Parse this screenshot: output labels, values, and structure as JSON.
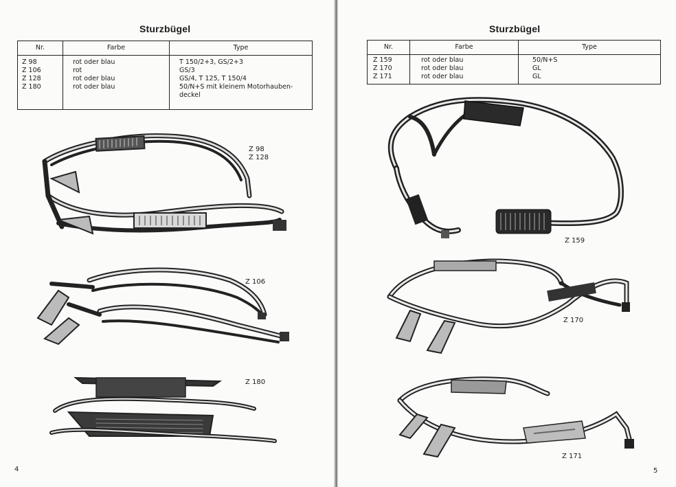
{
  "left_page": {
    "title": "Sturzbügel",
    "table": {
      "headers": [
        "Nr.",
        "Farbe",
        "Type"
      ],
      "rows": [
        {
          "nr": [
            "Z 98",
            "Z 106",
            "Z 128",
            "Z 180"
          ],
          "farbe": [
            "rot oder blau",
            "rot",
            "rot oder blau",
            "rot oder blau"
          ],
          "type": [
            "T 150/2+3, GS/2+3",
            "GS/3",
            "GS/4, T 125, T 150/4",
            "50/N+S mit kleinem Motorhauben-",
            "deckel"
          ]
        }
      ]
    },
    "captions": {
      "fig1": [
        "Z 98",
        "Z 128"
      ],
      "fig2": [
        "Z 106"
      ],
      "fig3": [
        "Z 180"
      ]
    },
    "page_number": "4"
  },
  "right_page": {
    "title": "Sturzbügel",
    "table": {
      "headers": [
        "Nr.",
        "Farbe",
        "Type"
      ],
      "rows": [
        {
          "nr": [
            "Z 159",
            "Z 170",
            "Z 171"
          ],
          "farbe": [
            "rot oder blau",
            "rot oder blau",
            "rot oder blau"
          ],
          "type": [
            "50/N+S",
            "GL",
            "GL"
          ]
        }
      ]
    },
    "captions": {
      "fig1": [
        "Z 159"
      ],
      "fig2": [
        "Z 170"
      ],
      "fig3": [
        "Z 171"
      ]
    },
    "page_number": "5"
  }
}
